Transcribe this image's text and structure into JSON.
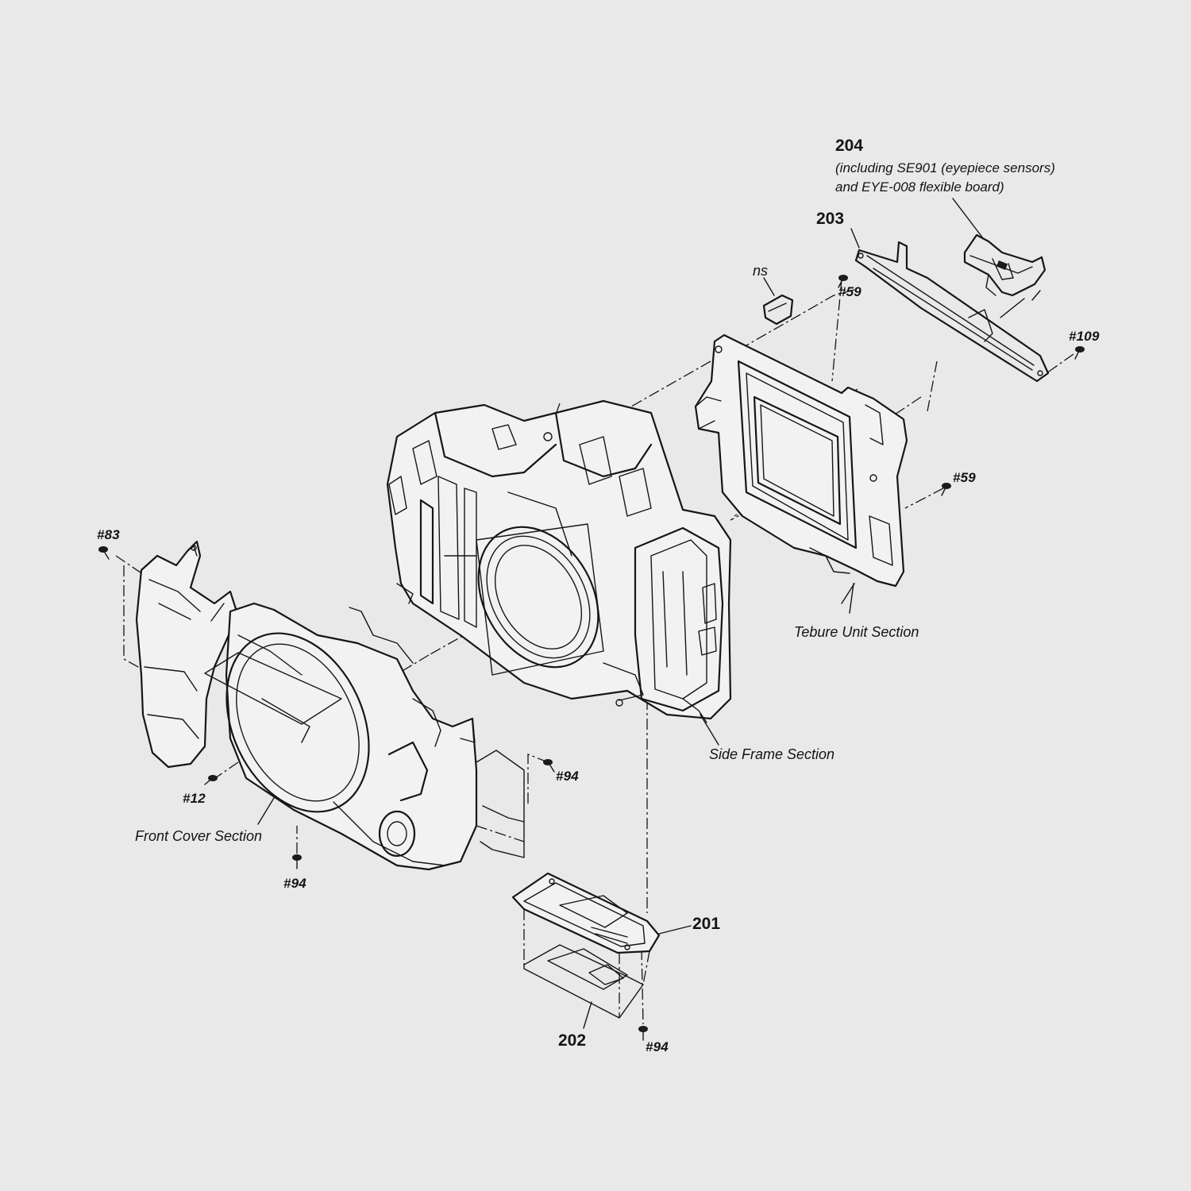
{
  "diagram": {
    "parts": {
      "p201": "201",
      "p202": "202",
      "p203": "203",
      "p204": "204"
    },
    "notes": {
      "p204_line1": "(including SE901 (eyepiece sensors)",
      "p204_line2": "and EYE-008 flexible board)"
    },
    "screws": {
      "s59_top": "#59",
      "s59_right": "#59",
      "s109": "#109",
      "s83": "#83",
      "s12": "#12",
      "s94_mid": "#94",
      "s94_left": "#94",
      "s94_bottom": "#94"
    },
    "misc": {
      "ns": "ns"
    },
    "sections": {
      "tebure": "Tebure Unit Section",
      "side_frame": "Side Frame Section",
      "front_cover": "Front Cover Section"
    }
  }
}
